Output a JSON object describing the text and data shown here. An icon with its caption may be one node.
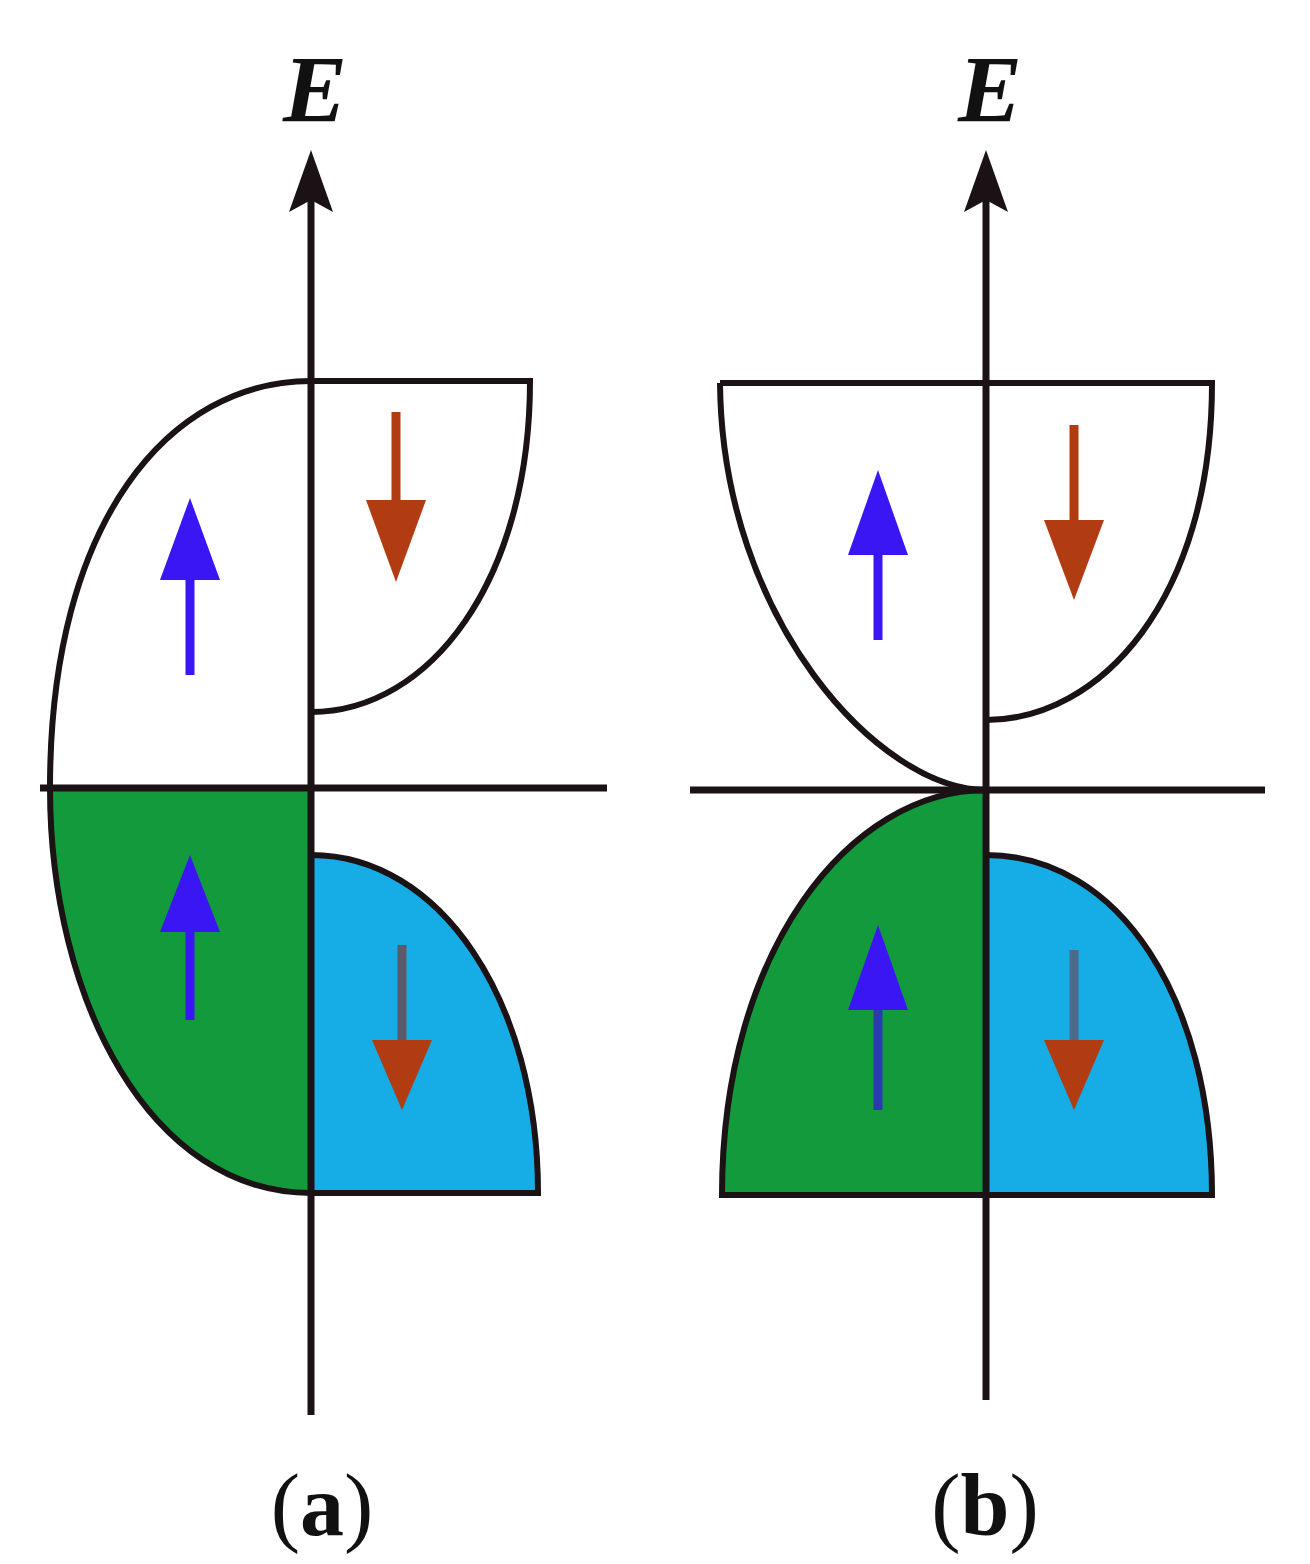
{
  "diagram": {
    "labels": [
      "E",
      "E",
      "(**a**)",
      "(**b**)"
    ]
  }
}
